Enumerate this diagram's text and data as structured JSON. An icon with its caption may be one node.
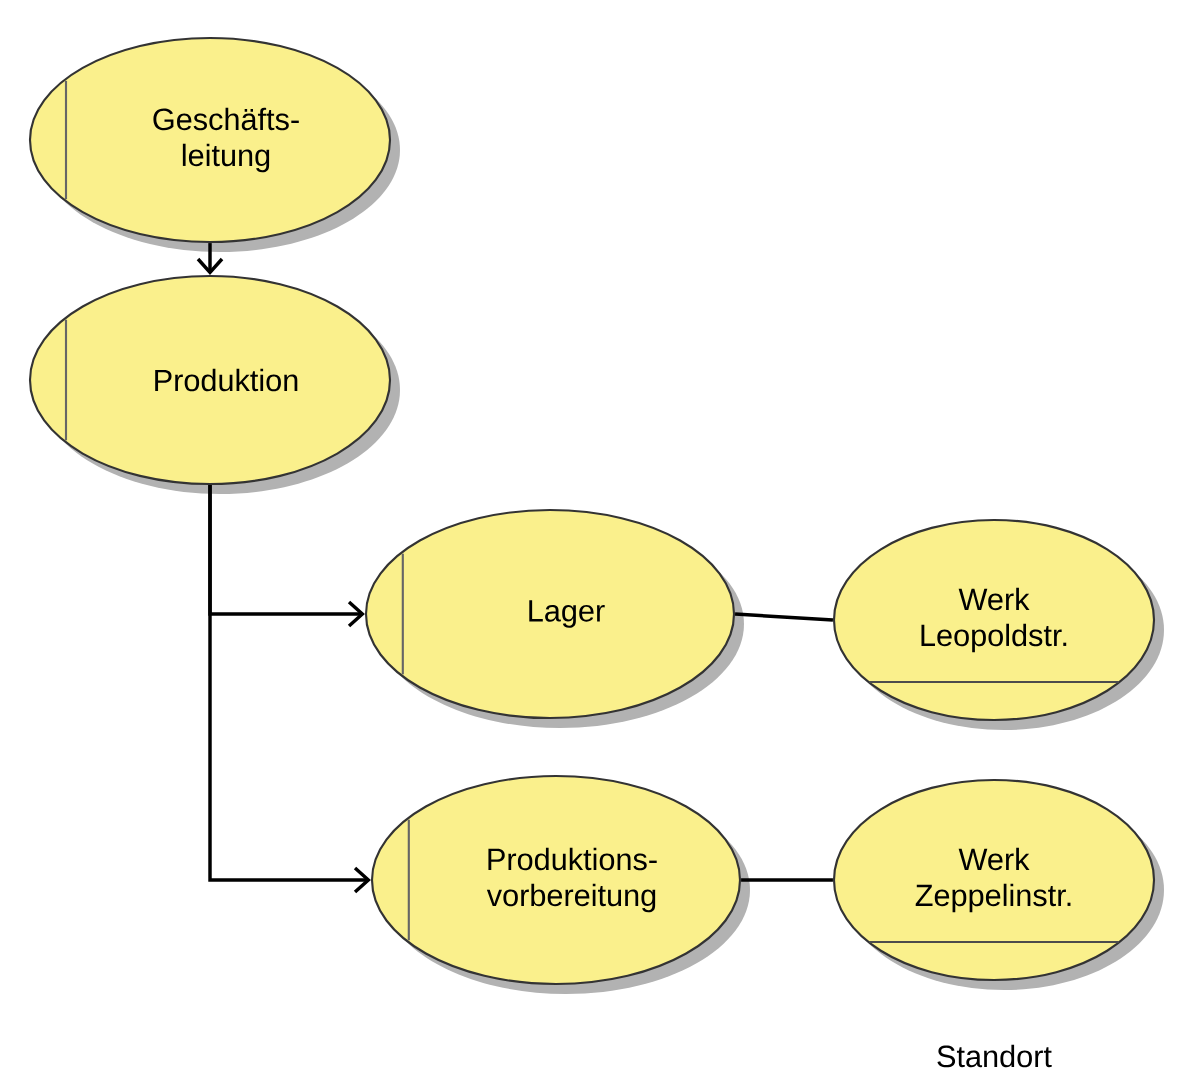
{
  "diagram": {
    "nodes": [
      {
        "text": [
          "Geschäfts- leitung"
        ]
      },
      {
        "text": [
          "Produktion"
        ]
      },
      {
        "text": [
          "Lager"
        ]
      },
      {
        "text": [
          "Werk Leopoldstr."
        ]
      },
      {
        "text": [
          "Produktions- vorbereitung"
        ]
      },
      {
        "text": [
          "Werk Zeppelinstr."
        ]
      }
    ],
    "edges": [
      {
        "from": 0,
        "to": 1,
        "arrow": "to"
      },
      {
        "from": 1,
        "to": 2,
        "arrow": "to"
      },
      {
        "from": 1,
        "to": 4,
        "arrow": "to"
      },
      {
        "from": 2,
        "to": 3,
        "arrow": "none"
      },
      {
        "from": 4,
        "to": 5,
        "arrow": "none"
      }
    ],
    "labels": [
      "Standort"
    ]
  }
}
